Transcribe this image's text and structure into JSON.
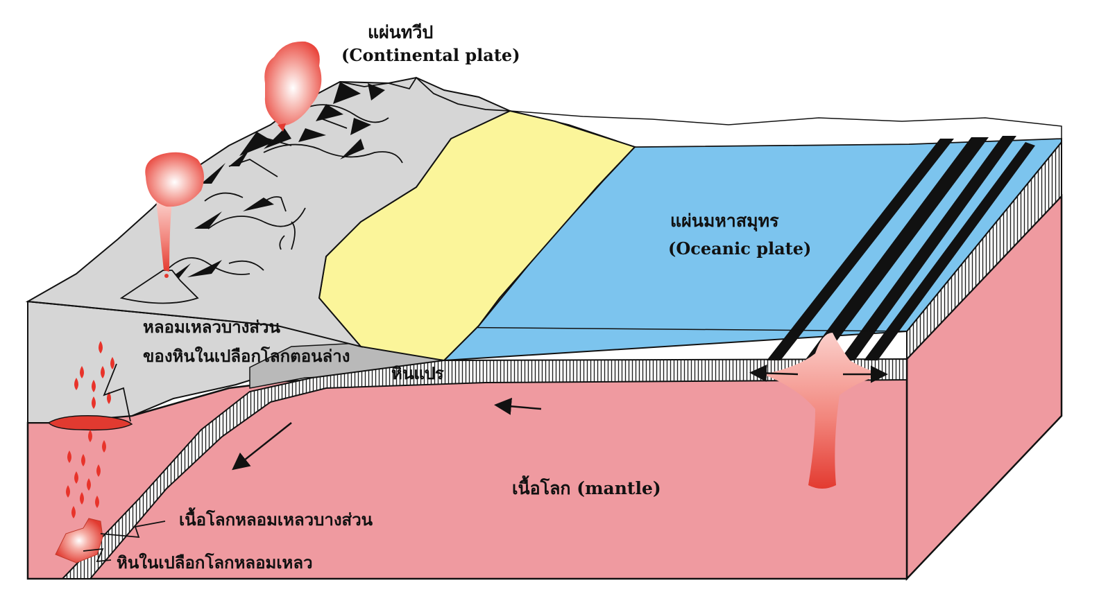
{
  "labels": {
    "continental_thai": "แผ่นทวีป",
    "continental_en": "(Continental plate)",
    "oceanic_thai": "แผ่นมหาสมุทร",
    "oceanic_en": "(Oceanic plate)",
    "mantle": "เนื้อโลก (mantle)",
    "partial_melt_line1": "หลอมเหลวบางส่วน",
    "partial_melt_line2": "ของหินในเปลือกโลกตอนล่าง",
    "metamorphic": "หินแปร",
    "mantle_partial_melt": "เนื้อโลกหลอมเหลวบางส่วน",
    "crust_melt": "หินในเปลือกโลกหลอมเหลว"
  },
  "colors": {
    "mantle": "#ef9aa0",
    "ocean": "#7cc4ee",
    "shelf": "#fbf59a",
    "land": "#d6d6d6",
    "magma": "#e8332a",
    "outline": "#111111"
  }
}
